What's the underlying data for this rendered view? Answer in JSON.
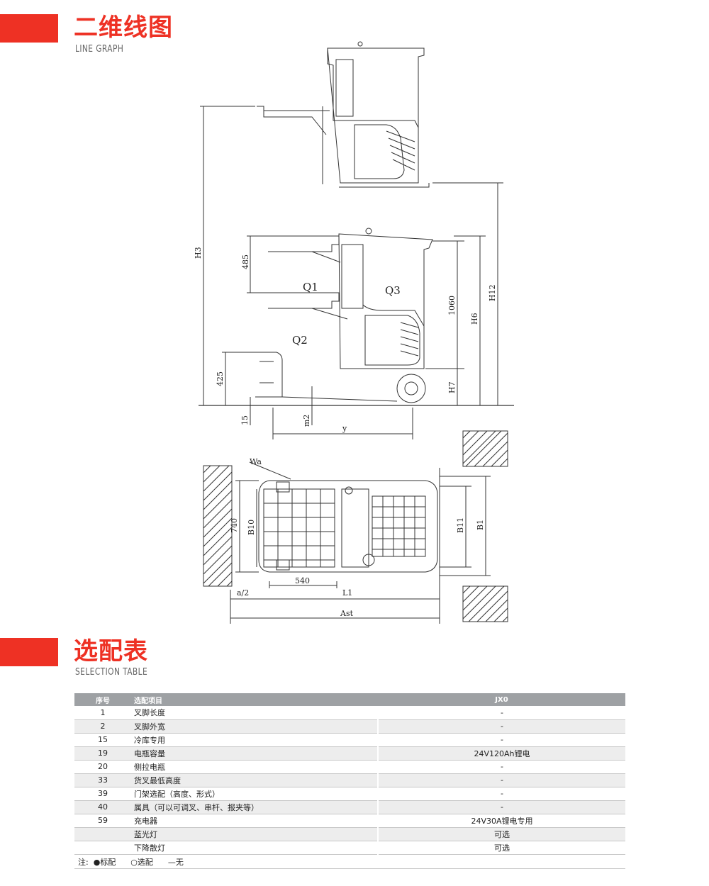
{
  "sections": {
    "line_graph": {
      "title": "二维线图",
      "subtitle": "LINE GRAPH"
    },
    "selection": {
      "title": "选配表",
      "subtitle": "SELECTION TABLE"
    }
  },
  "accent_color": "#ee3124",
  "drawing_labels": {
    "H3": "H3",
    "485": "485",
    "Q1": "Q1",
    "Q3": "Q3",
    "Q2": "Q2",
    "1060": "1060",
    "H6": "H6",
    "H12": "H12",
    "425": "425",
    "H7": "H7",
    "15": "15",
    "m2": "m2",
    "y": "y",
    "Wa": "Wa",
    "740": "740",
    "B10": "B10",
    "B11": "B11",
    "B1": "B1",
    "540": "540",
    "a2": "a/2",
    "L1": "L1",
    "Ast": "Ast"
  },
  "table": {
    "headers": {
      "no": "序号",
      "item": "选配项目",
      "model": "JX0"
    },
    "rows": [
      {
        "no": "1",
        "item": "叉脚长度",
        "value": "-"
      },
      {
        "no": "2",
        "item": "叉脚外宽",
        "value": "-"
      },
      {
        "no": "15",
        "item": "冷库专用",
        "value": "-"
      },
      {
        "no": "19",
        "item": "电瓶容量",
        "value": "24V120Ah锂电"
      },
      {
        "no": "20",
        "item": "侧拉电瓶",
        "value": "-"
      },
      {
        "no": "33",
        "item": "货叉最低高度",
        "value": "-"
      },
      {
        "no": "39",
        "item": "门架选配（高度、形式）",
        "value": "-"
      },
      {
        "no": "40",
        "item": "属具（可以可调叉、串杆、报夹等）",
        "value": "-"
      },
      {
        "no": "59",
        "item": "充电器",
        "value": "24V30A锂电专用"
      },
      {
        "no": "",
        "item": "蓝光灯",
        "value": "可选"
      },
      {
        "no": "",
        "item": "下降散灯",
        "value": "可选"
      }
    ],
    "note": "注:  ●标配      ○选配      —无"
  }
}
